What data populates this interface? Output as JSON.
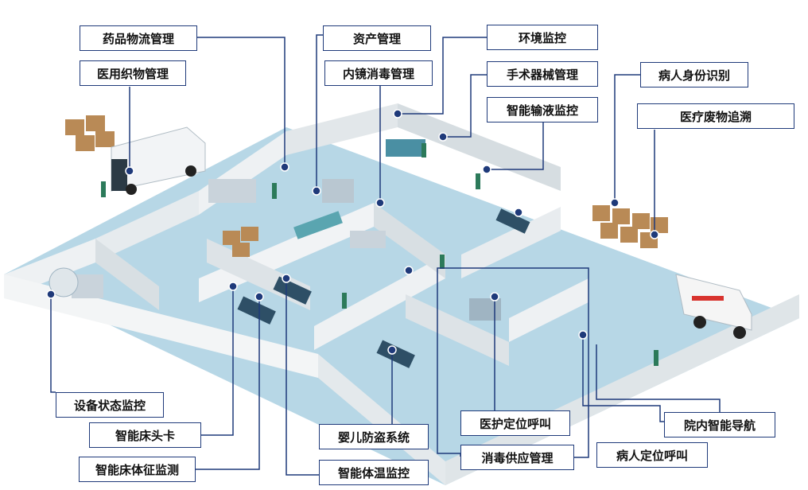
{
  "colors": {
    "accent": "#1f3a7a",
    "floor": "#b7d7e6",
    "wall": "#e8ecef",
    "box": "#b98a56"
  },
  "labels": {
    "drug_logistics": "药品物流管理",
    "medical_textile": "医用织物管理",
    "asset_mgmt": "资产管理",
    "endoscope_disinfection": "内镜消毒管理",
    "env_monitoring": "环境监控",
    "surgical_instruments": "手术器械管理",
    "smart_infusion": "智能输液监控",
    "patient_identity": "病人身份识别",
    "medical_waste": "医疗废物追溯",
    "device_status": "设备状态监控",
    "smart_bed_card": "智能床头卡",
    "smart_vital_signs": "智能床体征监测",
    "infant_antitheft": "婴儿防盗系统",
    "smart_temperature": "智能体温监控",
    "staff_location_call": "医护定位呼叫",
    "disinfection_supply": "消毒供应管理",
    "patient_location_call": "病人定位呼叫",
    "indoor_navigation": "院内智能导航"
  }
}
